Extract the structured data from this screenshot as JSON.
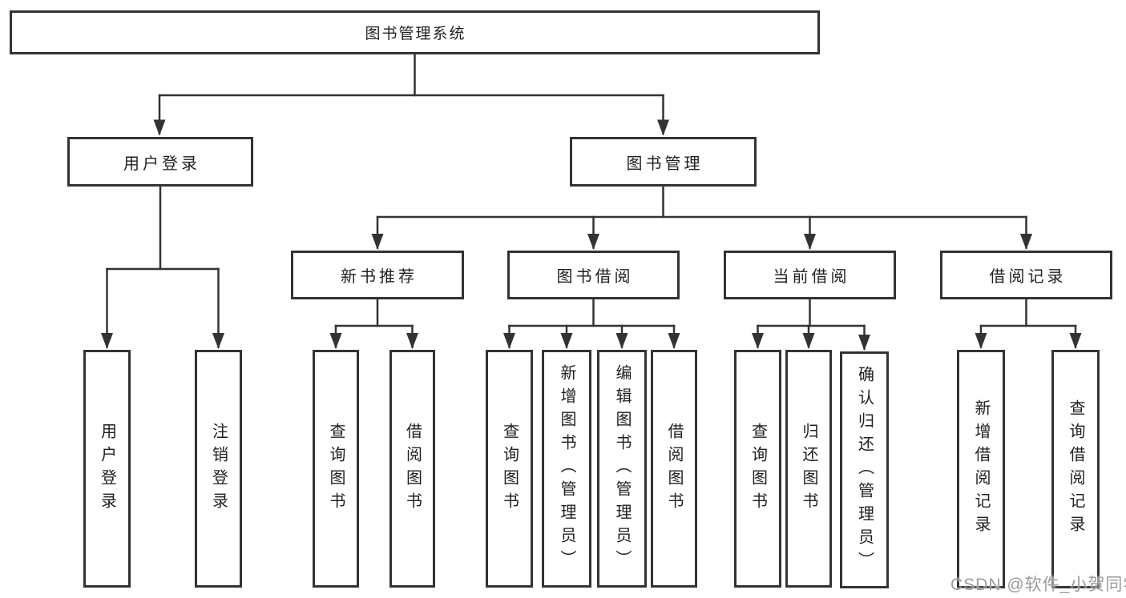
{
  "diagram_title": "图书管理系统",
  "colors": {
    "background": "#ffffff",
    "line": "#333333",
    "box_border": "#333333",
    "text": "#1f1f1f",
    "watermark_text": "#9b9b9b"
  },
  "nodes": {
    "root": {
      "label": "图书管理系统"
    },
    "level2": {
      "user_login": {
        "label": "用户登录"
      },
      "book_mgmt": {
        "label": "图书管理"
      }
    },
    "level3": {
      "new_book_rec": {
        "label": "新书推荐"
      },
      "book_borrow": {
        "label": "图书借阅"
      },
      "current_borrow": {
        "label": "当前借阅"
      },
      "borrow_records": {
        "label": "借阅记录"
      }
    },
    "leaves": {
      "user_login_leaf": {
        "label": "用户登录"
      },
      "logout": {
        "label": "注销登录"
      },
      "rec_query_book": {
        "label": "查询图书"
      },
      "rec_borrow_book": {
        "label": "借阅图书"
      },
      "borrow_query_book": {
        "label": "查询图书"
      },
      "borrow_add_book": {
        "label": "新增图书（管理员）"
      },
      "borrow_edit_book": {
        "label": "编辑图书（管理员）"
      },
      "borrow_borrow_book": {
        "label": "借阅图书"
      },
      "current_query_book": {
        "label": "查询图书"
      },
      "current_return_book": {
        "label": "归还图书"
      },
      "current_confirm_return": {
        "label": "确认归还（管理员）"
      },
      "records_add_record": {
        "label": "新增借阅记录"
      },
      "records_query_record": {
        "label": "查询借阅记录"
      }
    }
  },
  "hierarchy": {
    "图书管理系统": {
      "用户登录": [
        "用户登录",
        "注销登录"
      ],
      "图书管理": {
        "新书推荐": [
          "查询图书",
          "借阅图书"
        ],
        "图书借阅": [
          "查询图书",
          "新增图书（管理员）",
          "编辑图书（管理员）",
          "借阅图书"
        ],
        "当前借阅": [
          "查询图书",
          "归还图书",
          "确认归还（管理员）"
        ],
        "借阅记录": [
          "新增借阅记录",
          "查询借阅记录"
        ]
      }
    }
  },
  "watermark": {
    "text": "CSDN @软件_小贺同学"
  }
}
